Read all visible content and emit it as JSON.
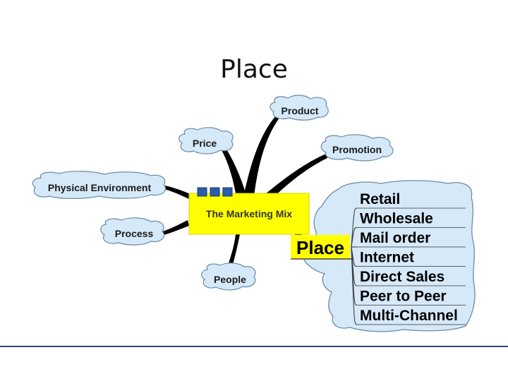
{
  "slide": {
    "title": "Place"
  },
  "mindmap": {
    "central_topic": "The Marketing Mix",
    "branches": {
      "product": "Product",
      "price": "Price",
      "promotion": "Promotion",
      "physical_environment": "Physical Environment",
      "process": "Process",
      "people": "People",
      "place": "Place"
    },
    "place_items": [
      "Retail",
      "Wholesale",
      "Mail order",
      "Internet",
      "Direct Sales",
      "Peer to Peer",
      "Multi-Channel"
    ]
  },
  "colors": {
    "cloud_fill": "#d6e9f8",
    "cloud_stroke": "#6a8aa8",
    "central_fill": "#ffff00",
    "central_icon_blue": "#2a5ca8",
    "branch_black": "#000000",
    "rule": "#2c4a6e"
  }
}
